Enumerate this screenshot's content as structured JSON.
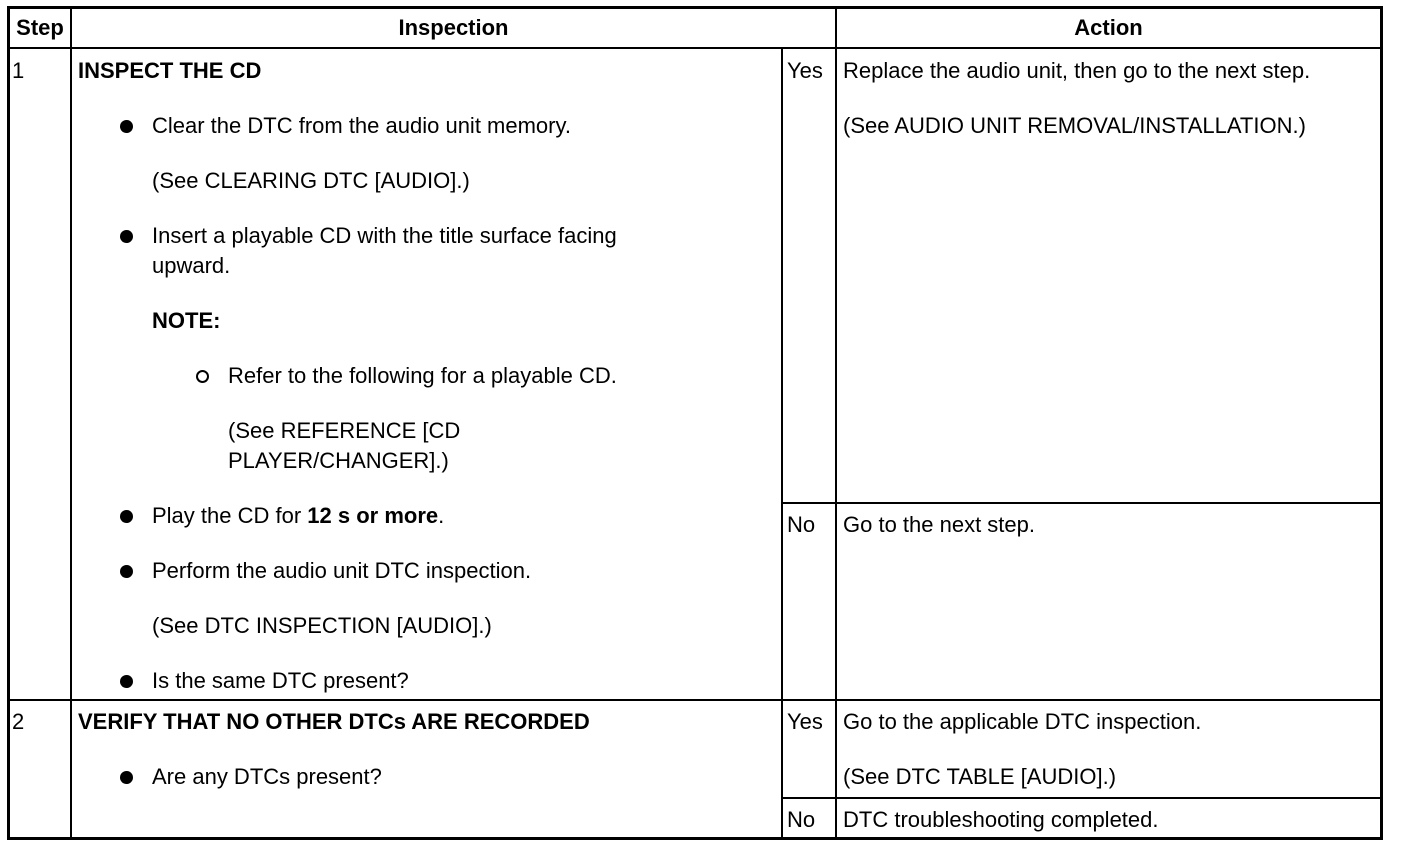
{
  "table": {
    "headers": {
      "step": "Step",
      "inspection": "Inspection",
      "action": "Action"
    },
    "rows": [
      {
        "step": "1",
        "title": "INSPECT THE CD",
        "items": {
          "clear_dtc": "Clear the DTC from the audio unit memory.",
          "clear_dtc_ref": "(See CLEARING DTC [AUDIO].)",
          "insert_cd_line1": "Insert a playable CD with the title surface facing",
          "insert_cd_line2": "upward.",
          "note_label": "NOTE:",
          "note_item": "Refer to the following for a playable CD.",
          "note_ref_line1": "(See REFERENCE [CD",
          "note_ref_line2": "PLAYER/CHANGER].)",
          "play_cd_prefix": "Play the CD for ",
          "play_cd_bold": "12 s or more",
          "play_cd_suffix": ".",
          "perform_inspection": "Perform the audio unit DTC inspection.",
          "perform_inspection_ref": "(See DTC INSPECTION [AUDIO].)",
          "question": "Is the same DTC present?"
        },
        "yes": {
          "label": "Yes",
          "action_line1": "Replace the audio unit, then go to the next step.",
          "action_line2": "(See AUDIO UNIT REMOVAL/INSTALLATION.)"
        },
        "no": {
          "label": "No",
          "action": "Go to the next step."
        }
      },
      {
        "step": "2",
        "title": "VERIFY THAT NO OTHER DTCs ARE RECORDED",
        "items": {
          "question": "Are any DTCs present?"
        },
        "yes": {
          "label": "Yes",
          "action_line1": "Go to the applicable DTC inspection.",
          "action_line2": "(See DTC TABLE [AUDIO].)"
        },
        "no": {
          "label": "No",
          "action": "DTC troubleshooting completed."
        }
      }
    ]
  }
}
